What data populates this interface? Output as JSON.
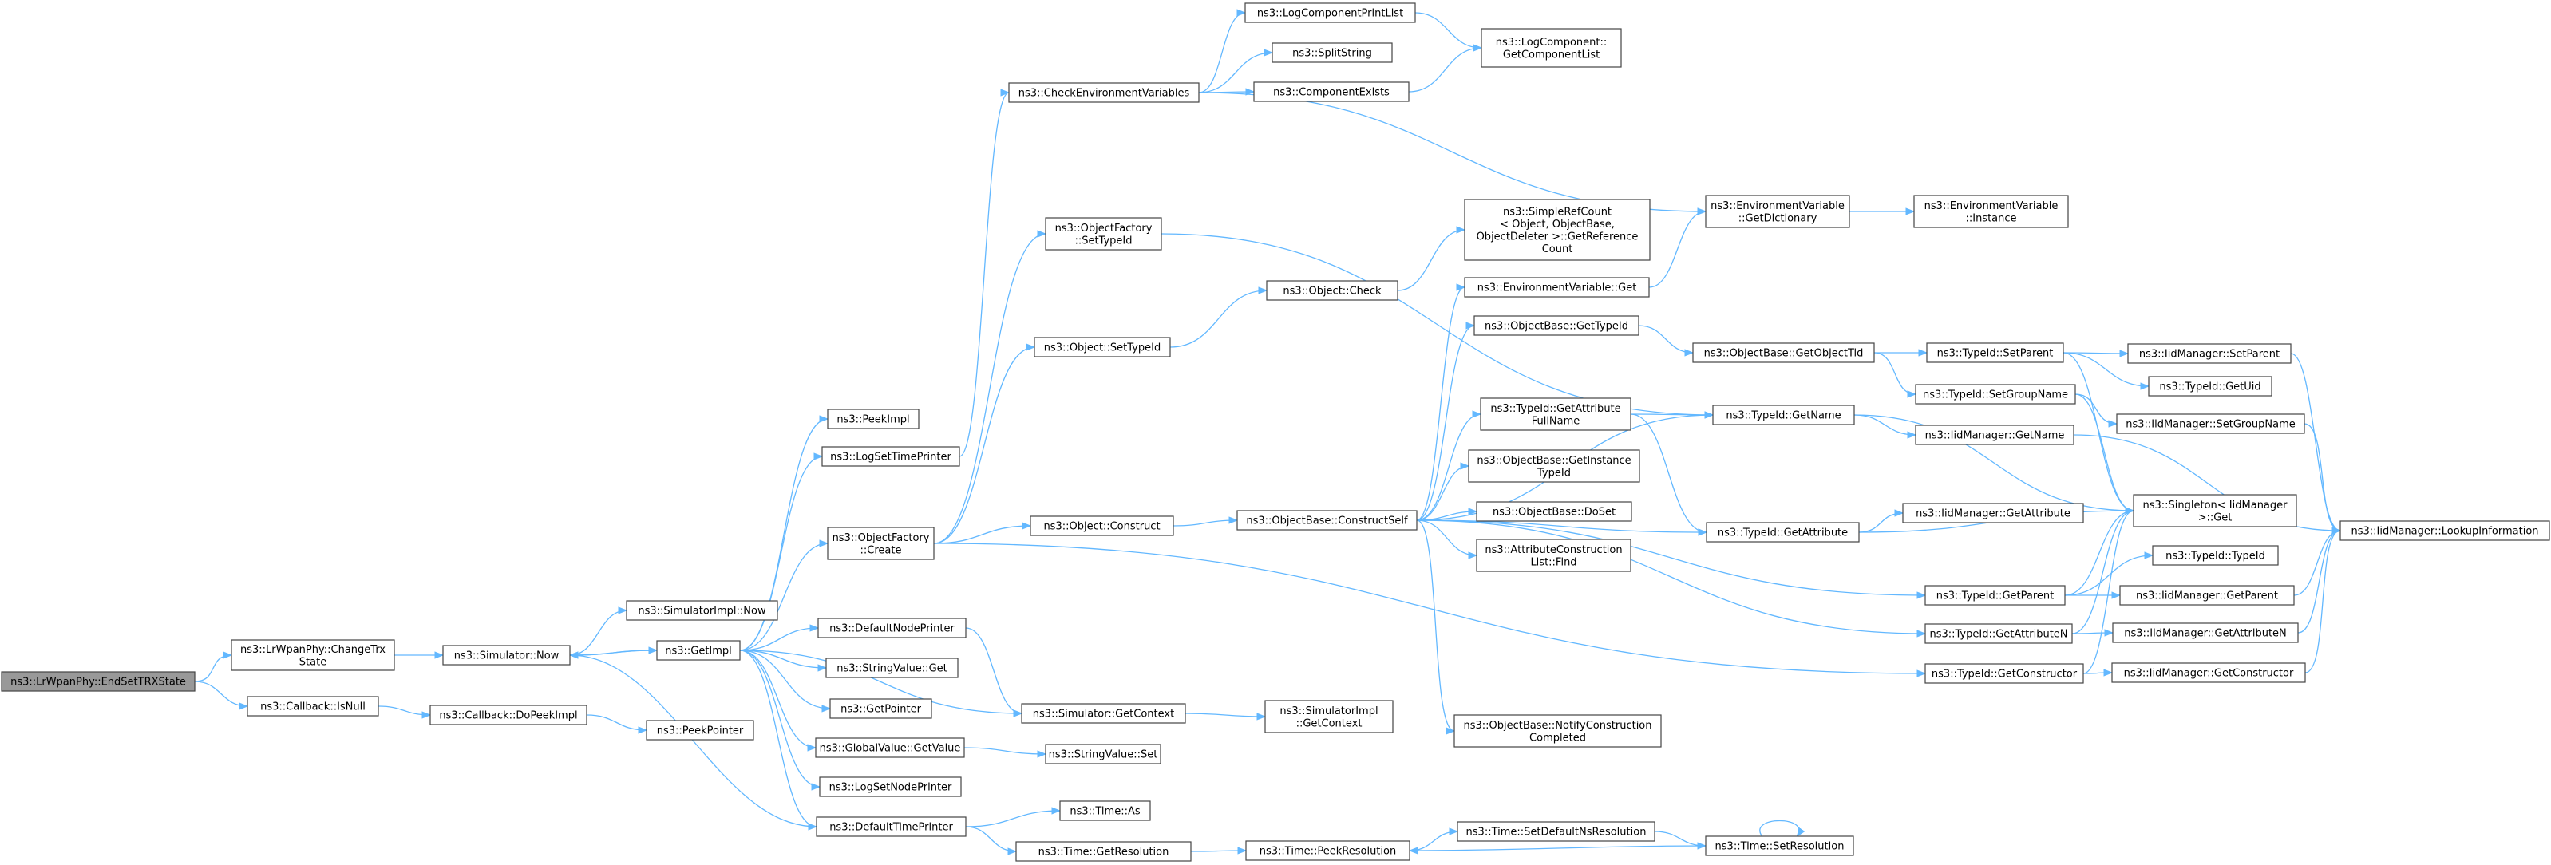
{
  "colors": {
    "edge": "#63b8ff",
    "node_fill": "#ffffff",
    "node_border": "#444444",
    "root_fill": "#999999"
  },
  "nodes": [
    {
      "id": "root",
      "label": [
        "ns3::LrWpanPhy::EndSetTRXState"
      ],
      "root": true
    },
    {
      "id": "changetrx",
      "label": [
        "ns3::LrWpanPhy::ChangeTrx",
        "State"
      ]
    },
    {
      "id": "cbisnull",
      "label": [
        "ns3::Callback::IsNull"
      ]
    },
    {
      "id": "simnow",
      "label": [
        "ns3::Simulator::Now"
      ]
    },
    {
      "id": "simimplnow",
      "label": [
        "ns3::SimulatorImpl::Now"
      ]
    },
    {
      "id": "cbdopeek",
      "label": [
        "ns3::Callback::DoPeekImpl"
      ]
    },
    {
      "id": "peekpointer",
      "label": [
        "ns3::PeekPointer"
      ]
    },
    {
      "id": "getimpl",
      "label": [
        "ns3::GetImpl"
      ]
    },
    {
      "id": "peekimpl",
      "label": [
        "ns3::PeekImpl"
      ]
    },
    {
      "id": "logsettime",
      "label": [
        "ns3::LogSetTimePrinter"
      ]
    },
    {
      "id": "objfactcreate",
      "label": [
        "ns3::ObjectFactory",
        "::Create"
      ]
    },
    {
      "id": "defnodeprinter",
      "label": [
        "ns3::DefaultNodePrinter"
      ]
    },
    {
      "id": "strvalget",
      "label": [
        "ns3::StringValue::Get"
      ]
    },
    {
      "id": "getpointer",
      "label": [
        "ns3::GetPointer"
      ]
    },
    {
      "id": "globalvalget",
      "label": [
        "ns3::GlobalValue::GetValue"
      ]
    },
    {
      "id": "logsetnode",
      "label": [
        "ns3::LogSetNodePrinter"
      ]
    },
    {
      "id": "deftimeprinter",
      "label": [
        "ns3::DefaultTimePrinter"
      ]
    },
    {
      "id": "checkenv",
      "label": [
        "ns3::CheckEnvironmentVariables"
      ]
    },
    {
      "id": "objfactsettype",
      "label": [
        "ns3::ObjectFactory",
        "::SetTypeId"
      ]
    },
    {
      "id": "objsettype",
      "label": [
        "ns3::Object::SetTypeId"
      ]
    },
    {
      "id": "objconstruct",
      "label": [
        "ns3::Object::Construct"
      ]
    },
    {
      "id": "simgetctx",
      "label": [
        "ns3::Simulator::GetContext"
      ]
    },
    {
      "id": "strvalset",
      "label": [
        "ns3::StringValue::Set"
      ]
    },
    {
      "id": "timeas",
      "label": [
        "ns3::Time::As"
      ]
    },
    {
      "id": "timegetres",
      "label": [
        "ns3::Time::GetResolution"
      ]
    },
    {
      "id": "logcompprint",
      "label": [
        "ns3::LogComponentPrintList"
      ]
    },
    {
      "id": "splitstring",
      "label": [
        "ns3::SplitString"
      ]
    },
    {
      "id": "compexists",
      "label": [
        "ns3::ComponentExists"
      ]
    },
    {
      "id": "objcheck",
      "label": [
        "ns3::Object::Check"
      ]
    },
    {
      "id": "constructself",
      "label": [
        "ns3::ObjectBase::ConstructSelf"
      ]
    },
    {
      "id": "simimplgetctx",
      "label": [
        "ns3::SimulatorImpl",
        "::GetContext"
      ]
    },
    {
      "id": "timepeekres",
      "label": [
        "ns3::Time::PeekResolution"
      ]
    },
    {
      "id": "logcompgetlist",
      "label": [
        "ns3::LogComponent::",
        "GetComponentList"
      ]
    },
    {
      "id": "simplerefcount",
      "label": [
        "ns3::SimpleRefCount",
        "< Object, ObjectBase,",
        "ObjectDeleter >::GetReference",
        "Count"
      ]
    },
    {
      "id": "envvarget",
      "label": [
        "ns3::EnvironmentVariable::Get"
      ]
    },
    {
      "id": "objbasegettypeid",
      "label": [
        "ns3::ObjectBase::GetTypeId"
      ]
    },
    {
      "id": "typeidgetattrfull",
      "label": [
        "ns3::TypeId::GetAttribute",
        "FullName"
      ]
    },
    {
      "id": "objbasegetinst",
      "label": [
        "ns3::ObjectBase::GetInstance",
        "TypeId"
      ]
    },
    {
      "id": "objbasedoset",
      "label": [
        "ns3::ObjectBase::DoSet"
      ]
    },
    {
      "id": "attrconstrfind",
      "label": [
        "ns3::AttributeConstruction",
        "List::Find"
      ]
    },
    {
      "id": "notifyconstr",
      "label": [
        "ns3::ObjectBase::NotifyConstruction",
        "Completed"
      ]
    },
    {
      "id": "timesetdefns",
      "label": [
        "ns3::Time::SetDefaultNsResolution"
      ]
    },
    {
      "id": "envvargetdict",
      "label": [
        "ns3::EnvironmentVariable",
        "::GetDictionary"
      ]
    },
    {
      "id": "objbasegetobjtid",
      "label": [
        "ns3::ObjectBase::GetObjectTid"
      ]
    },
    {
      "id": "typeidgetname",
      "label": [
        "ns3::TypeId::GetName"
      ]
    },
    {
      "id": "typeidgetattr",
      "label": [
        "ns3::TypeId::GetAttribute"
      ]
    },
    {
      "id": "typeidgetparent",
      "label": [
        "ns3::TypeId::GetParent"
      ]
    },
    {
      "id": "typeidgetattrn",
      "label": [
        "ns3::TypeId::GetAttributeN"
      ]
    },
    {
      "id": "typeidgetconstr",
      "label": [
        "ns3::TypeId::GetConstructor"
      ]
    },
    {
      "id": "timesetres",
      "label": [
        "ns3::Time::SetResolution"
      ]
    },
    {
      "id": "envvarinst",
      "label": [
        "ns3::EnvironmentVariable",
        "::Instance"
      ]
    },
    {
      "id": "typeidsetparent",
      "label": [
        "ns3::TypeId::SetParent"
      ]
    },
    {
      "id": "typeidsetgroup",
      "label": [
        "ns3::TypeId::SetGroupName"
      ]
    },
    {
      "id": "iidmgrgetname",
      "label": [
        "ns3::IidManager::GetName"
      ]
    },
    {
      "id": "iidmgrgetattr",
      "label": [
        "ns3::IidManager::GetAttribute"
      ]
    },
    {
      "id": "singletonget",
      "label": [
        "ns3::Singleton< IidManager",
        ">::Get"
      ]
    },
    {
      "id": "typeidtypeid",
      "label": [
        "ns3::TypeId::TypeId"
      ]
    },
    {
      "id": "iidmgrgetparent",
      "label": [
        "ns3::IidManager::GetParent"
      ]
    },
    {
      "id": "iidmgrgetattrn",
      "label": [
        "ns3::IidManager::GetAttributeN"
      ]
    },
    {
      "id": "iidmgrgetconstr",
      "label": [
        "ns3::IidManager::GetConstructor"
      ]
    },
    {
      "id": "iidmgrsetparent",
      "label": [
        "ns3::IidManager::SetParent"
      ]
    },
    {
      "id": "typeidgetuid",
      "label": [
        "ns3::TypeId::GetUid"
      ]
    },
    {
      "id": "iidmgrsetgroup",
      "label": [
        "ns3::IidManager::SetGroupName"
      ]
    },
    {
      "id": "iidmgrlookup",
      "label": [
        "ns3::IidManager::LookupInformation"
      ]
    }
  ],
  "edges": [
    [
      "root",
      "changetrx"
    ],
    [
      "root",
      "cbisnull"
    ],
    [
      "changetrx",
      "simnow"
    ],
    [
      "cbisnull",
      "cbdopeek"
    ],
    [
      "cbdopeek",
      "peekpointer"
    ],
    [
      "simnow",
      "simimplnow"
    ],
    [
      "simnow",
      "getimpl"
    ],
    [
      "getimpl",
      "peekimpl"
    ],
    [
      "getimpl",
      "logsettime"
    ],
    [
      "getimpl",
      "objfactcreate"
    ],
    [
      "getimpl",
      "defnodeprinter"
    ],
    [
      "getimpl",
      "strvalget"
    ],
    [
      "getimpl",
      "getpointer"
    ],
    [
      "getimpl",
      "globalvalget"
    ],
    [
      "getimpl",
      "logsetnode"
    ],
    [
      "getimpl",
      "deftimeprinter"
    ],
    [
      "getimpl",
      "simgetctx"
    ],
    [
      "getimpl",
      "simnow"
    ],
    [
      "logsettime",
      "checkenv"
    ],
    [
      "objfactcreate",
      "objfactsettype"
    ],
    [
      "objfactcreate",
      "objconstruct"
    ],
    [
      "objfactcreate",
      "objsettype"
    ],
    [
      "objfactcreate",
      "typeidgetconstr"
    ],
    [
      "defnodeprinter",
      "simgetctx"
    ],
    [
      "globalvalget",
      "strvalset"
    ],
    [
      "deftimeprinter",
      "simnow"
    ],
    [
      "deftimeprinter",
      "timeas"
    ],
    [
      "deftimeprinter",
      "timegetres"
    ],
    [
      "checkenv",
      "logcompprint"
    ],
    [
      "checkenv",
      "splitstring"
    ],
    [
      "checkenv",
      "compexists"
    ],
    [
      "checkenv",
      "envvargetdict"
    ],
    [
      "objfactsettype",
      "typeidgetname"
    ],
    [
      "objsettype",
      "objcheck"
    ],
    [
      "objconstruct",
      "constructself"
    ],
    [
      "simgetctx",
      "simimplgetctx"
    ],
    [
      "timegetres",
      "timepeekres"
    ],
    [
      "logcompprint",
      "logcompgetlist"
    ],
    [
      "compexists",
      "logcompgetlist"
    ],
    [
      "objcheck",
      "simplerefcount"
    ],
    [
      "constructself",
      "envvarget"
    ],
    [
      "constructself",
      "objbasegettypeid"
    ],
    [
      "constructself",
      "typeidgetattrfull"
    ],
    [
      "constructself",
      "objbasegetinst"
    ],
    [
      "constructself",
      "objbasedoset"
    ],
    [
      "constructself",
      "attrconstrfind"
    ],
    [
      "constructself",
      "notifyconstr"
    ],
    [
      "constructself",
      "typeidgetname"
    ],
    [
      "constructself",
      "typeidgetattr"
    ],
    [
      "constructself",
      "typeidgetparent"
    ],
    [
      "constructself",
      "typeidgetattrn"
    ],
    [
      "timepeekres",
      "timesetdefns"
    ],
    [
      "timesetdefns",
      "timesetres"
    ],
    [
      "timesetres",
      "timepeekres"
    ],
    [
      "timesetres",
      "timesetres"
    ],
    [
      "envvarget",
      "envvargetdict"
    ],
    [
      "envvargetdict",
      "envvarinst"
    ],
    [
      "objbasegettypeid",
      "objbasegetobjtid"
    ],
    [
      "typeidgetattrfull",
      "typeidgetname"
    ],
    [
      "typeidgetattrfull",
      "typeidgetattr"
    ],
    [
      "objbasegetobjtid",
      "typeidsetparent"
    ],
    [
      "objbasegetobjtid",
      "typeidsetgroup"
    ],
    [
      "typeidgetname",
      "iidmgrgetname"
    ],
    [
      "typeidgetname",
      "singletonget"
    ],
    [
      "typeidgetattr",
      "iidmgrgetattr"
    ],
    [
      "typeidgetattr",
      "singletonget"
    ],
    [
      "typeidgetparent",
      "typeidtypeid"
    ],
    [
      "typeidgetparent",
      "iidmgrgetparent"
    ],
    [
      "typeidgetparent",
      "singletonget"
    ],
    [
      "typeidgetattrn",
      "iidmgrgetattrn"
    ],
    [
      "typeidgetattrn",
      "singletonget"
    ],
    [
      "typeidgetconstr",
      "iidmgrgetconstr"
    ],
    [
      "typeidgetconstr",
      "singletonget"
    ],
    [
      "typeidsetparent",
      "iidmgrsetparent"
    ],
    [
      "typeidsetparent",
      "typeidgetuid"
    ],
    [
      "typeidsetparent",
      "singletonget"
    ],
    [
      "typeidsetgroup",
      "iidmgrsetgroup"
    ],
    [
      "typeidsetgroup",
      "singletonget"
    ],
    [
      "iidmgrgetname",
      "iidmgrlookup"
    ],
    [
      "iidmgrgetparent",
      "iidmgrlookup"
    ],
    [
      "iidmgrgetattrn",
      "iidmgrlookup"
    ],
    [
      "iidmgrgetconstr",
      "iidmgrlookup"
    ],
    [
      "iidmgrsetparent",
      "iidmgrlookup"
    ],
    [
      "iidmgrsetgroup",
      "iidmgrlookup"
    ]
  ]
}
